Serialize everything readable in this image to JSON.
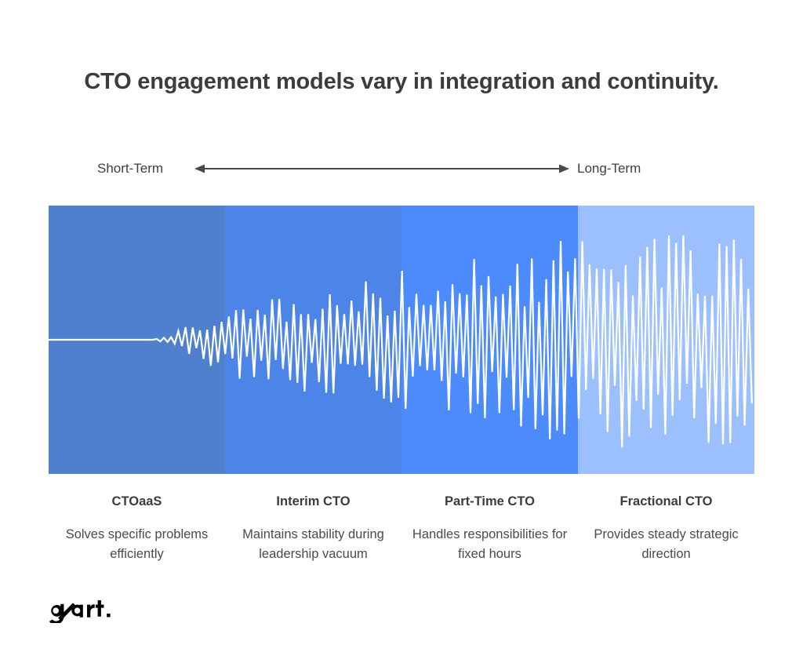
{
  "chart_data": {
    "type": "area",
    "title": "CTO engagement models vary in integration and continuity.",
    "xlabel": "",
    "ylabel": "",
    "grid": false,
    "legend_position": "none",
    "axis": {
      "left_label": "Short-Term",
      "right_label": "Long-Term",
      "arrow": "double-headed"
    },
    "categories": [
      "CTOaaS",
      "Interim CTO",
      "Part-Time CTO",
      "Fractional CTO"
    ],
    "descriptions": [
      "Solves specific problems efficiently",
      "Maintains stability during leadership vacuum",
      "Handles responsibilities for fixed hours",
      "Provides steady strategic direction"
    ],
    "band_colors": [
      "#4F80CE",
      "#4D84E8",
      "#4C8BFB",
      "#9CC0FE"
    ],
    "series": [
      {
        "name": "engagement-intensity",
        "note": "White zig-zag signal: flat at baseline through the first band, then oscillation amplitude increases steadily left-to-right, peaking in the Fractional CTO band.",
        "color": "#FFFFFF",
        "baseline_y": 0.5,
        "amplitude_by_category": [
          0.04,
          0.22,
          0.4,
          0.62
        ]
      }
    ]
  },
  "header": {
    "title": "CTO engagement models vary in integration and continuity."
  },
  "axis": {
    "left_label": "Short-Term",
    "right_label": "Long-Term"
  },
  "columns": [
    {
      "label": "CTOaaS",
      "description": "Solves specific problems efficiently",
      "color": "#4F80CE"
    },
    {
      "label": "Interim CTO",
      "description": "Maintains stability during leadership vacuum",
      "color": "#4D84E8"
    },
    {
      "label": "Part-Time CTO",
      "description": "Handles responsibilities for fixed hours",
      "color": "#4C8BFB"
    },
    {
      "label": "Fractional CTO",
      "description": "Provides steady strategic direction",
      "color": "#9CC0FE"
    }
  ],
  "footer": {
    "logo_text": "gart."
  },
  "colors": {
    "title": "#3c3c3c",
    "body_text": "#4a4a4a",
    "axis_line": "#4a4a4a",
    "waveform": "#ffffff",
    "background": "#ffffff"
  }
}
